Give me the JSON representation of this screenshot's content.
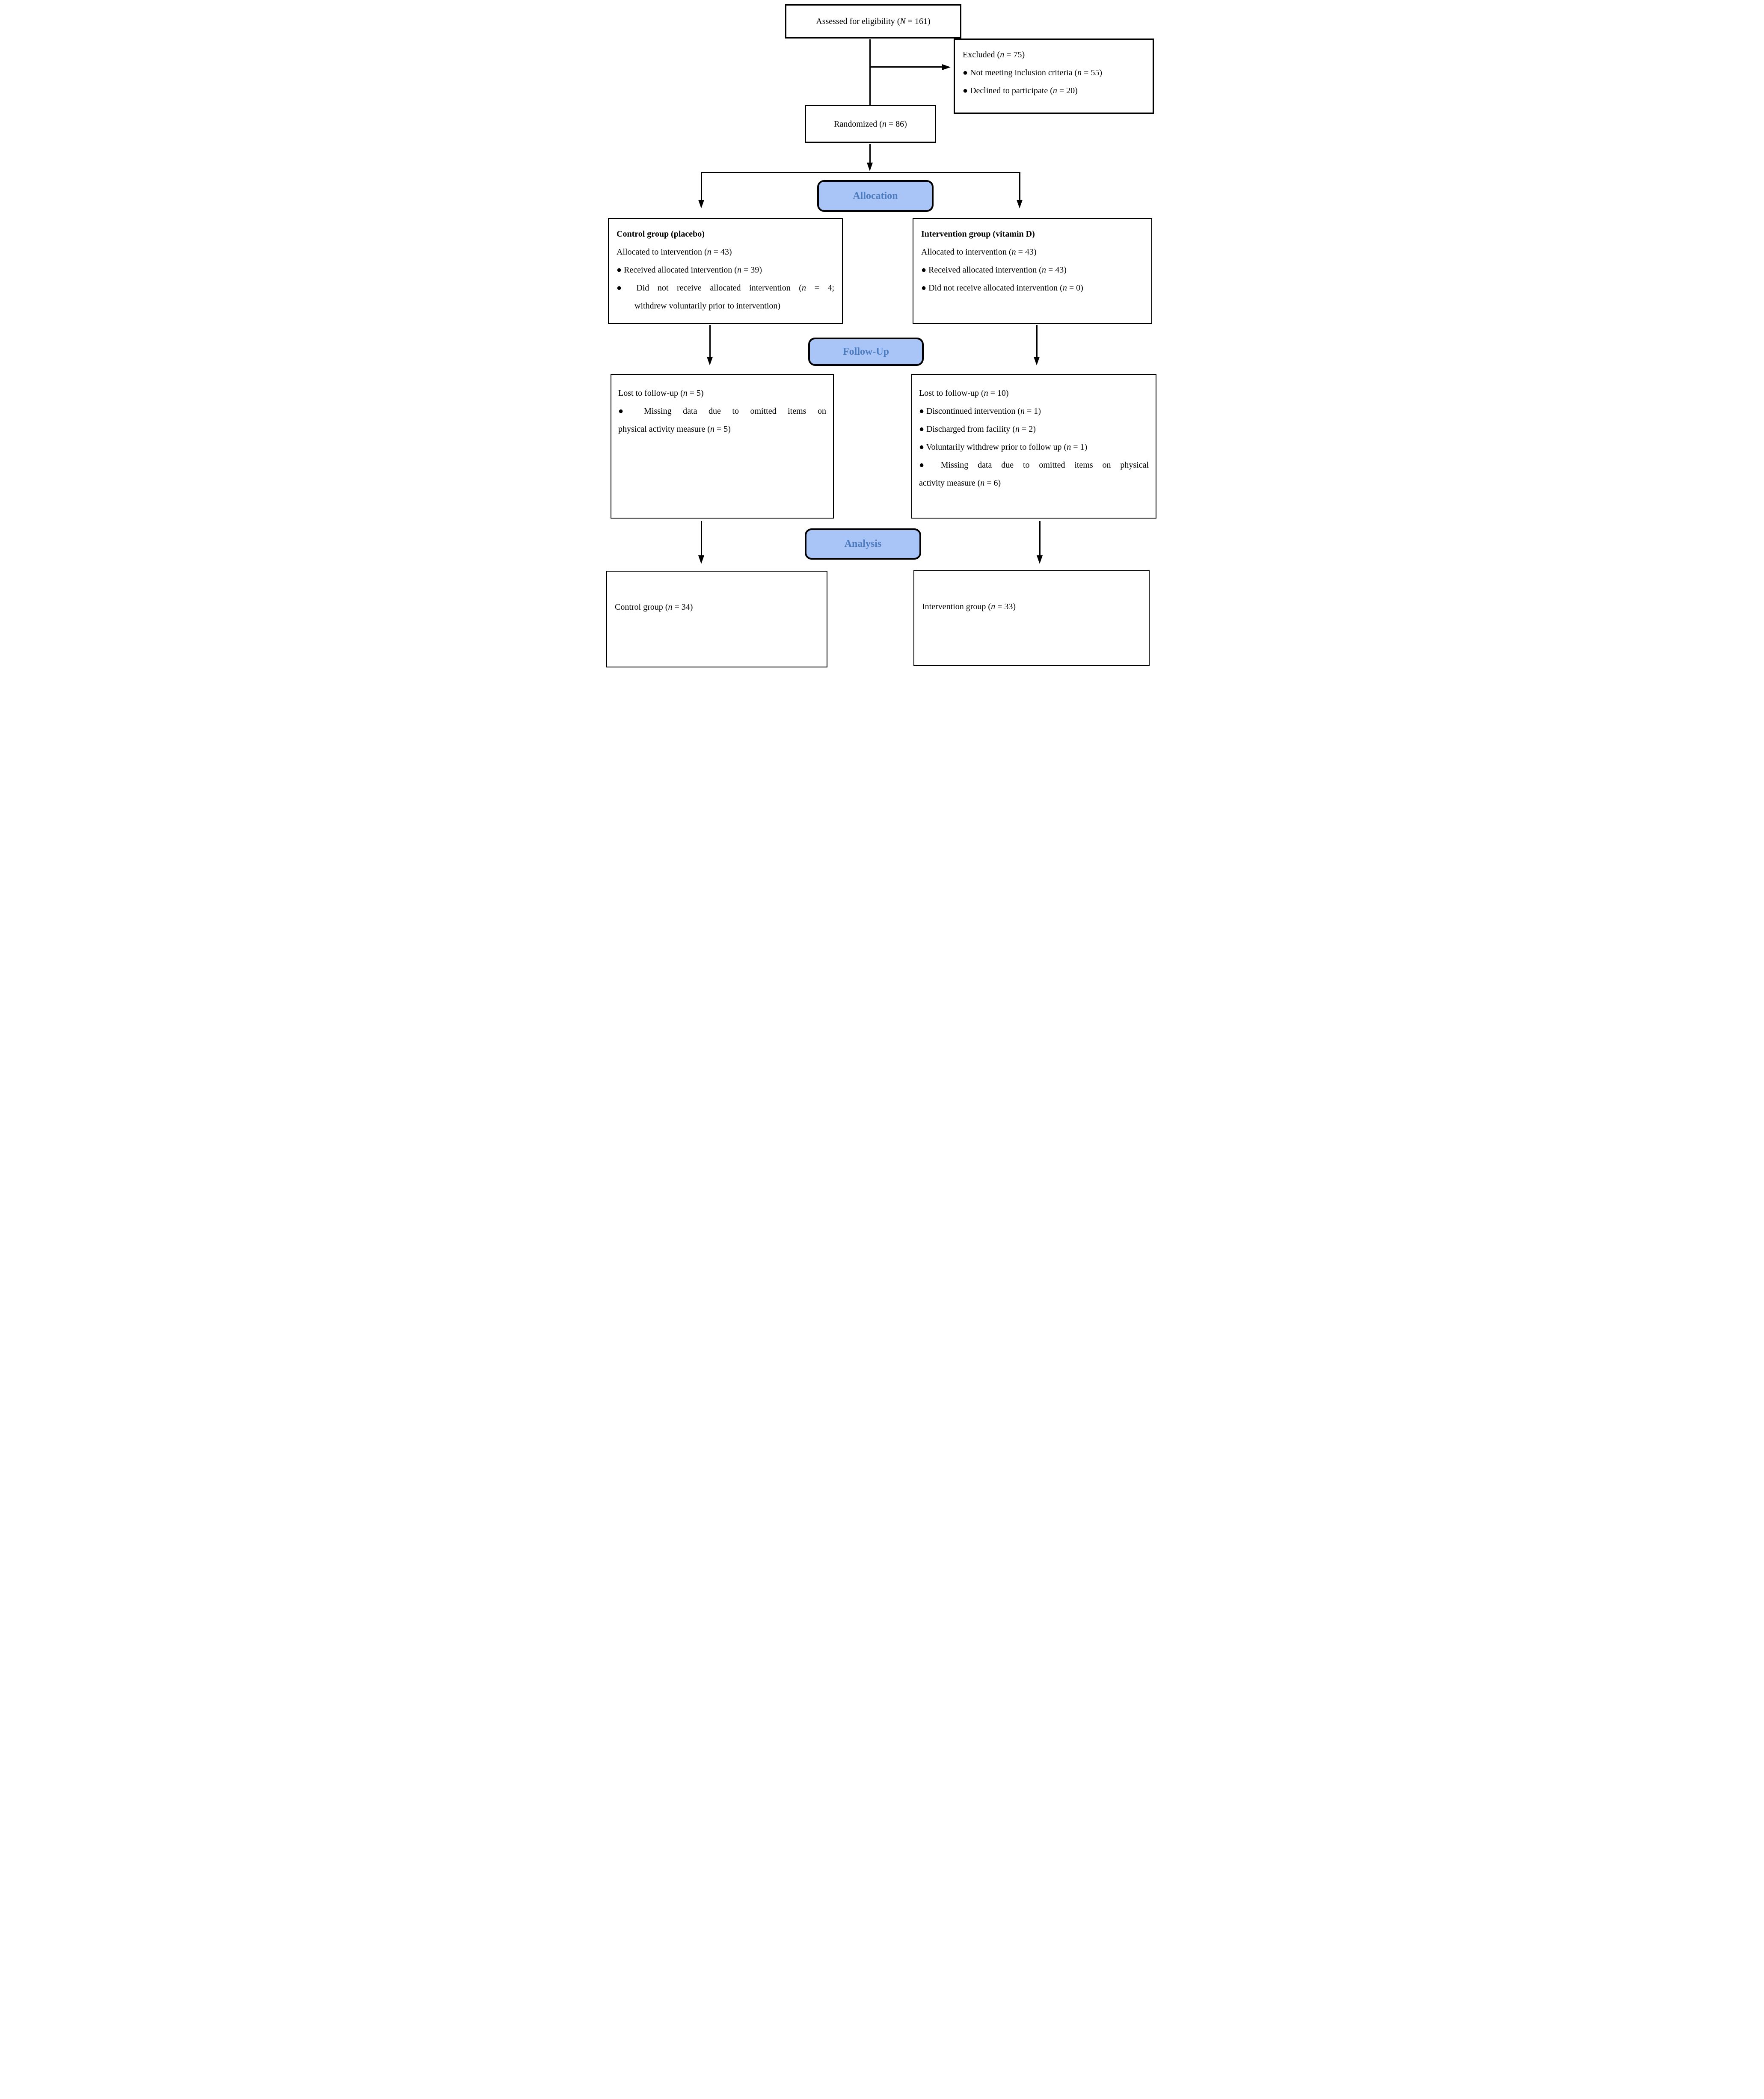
{
  "colors": {
    "stage_fill": "#a9c4f7",
    "stage_text": "#4d7cbe",
    "line": "#000000"
  },
  "stages": {
    "allocation": "Allocation",
    "followup": "Follow-Up",
    "analysis": "Analysis"
  },
  "boxes": {
    "assessed": {
      "lines": [
        {
          "t": "Assessed for eligibility (N = 161)"
        }
      ]
    },
    "excluded": {
      "lines": [
        {
          "t": "Excluded (n = 75)"
        },
        {
          "t": "● Not meeting inclusion criteria (n = 55)"
        },
        {
          "t": "● Declined to participate (n = 20)"
        }
      ]
    },
    "randomized": {
      "lines": [
        {
          "t": "Randomized (n = 86)"
        }
      ]
    },
    "control_allocation": {
      "lines": [
        {
          "t": "Control group (placebo)",
          "b": 1
        },
        {
          "t": "Allocated to intervention (n = 43)"
        },
        {
          "t": "● Received allocated intervention (n = 39)"
        },
        {
          "t": "● Did not receive allocated intervention (n = 4;",
          "j": 1
        },
        {
          "t": "withdrew voluntarily prior to intervention)",
          "ind": 1
        }
      ]
    },
    "intervention_allocation": {
      "lines": [
        {
          "t": "Intervention group (vitamin D)",
          "b": 1
        },
        {
          "t": "Allocated to intervention (n = 43)"
        },
        {
          "t": "● Received allocated intervention (n = 43)"
        },
        {
          "t": "● Did not receive allocated intervention (n = 0)"
        }
      ]
    },
    "control_followup": {
      "lines": [
        {
          "t": "Lost to follow-up (n = 5)"
        },
        {
          "t": "● Missing data due to omitted items on",
          "j": 1
        },
        {
          "t": "physical activity measure (n = 5)"
        }
      ]
    },
    "intervention_followup": {
      "lines": [
        {
          "t": "Lost to follow-up (n = 10)"
        },
        {
          "t": "● Discontinued intervention (n = 1)"
        },
        {
          "t": "● Discharged from facility (n = 2)"
        },
        {
          "t": "● Voluntarily withdrew prior to follow up (n = 1)"
        },
        {
          "t": "● Missing data due to omitted items on physical",
          "j": 1
        },
        {
          "t": "activity measure (n = 6)"
        }
      ]
    },
    "control_analysis": {
      "lines": [
        {
          "t": "Control group (n = 34)"
        }
      ]
    },
    "intervention_analysis": {
      "lines": [
        {
          "t": "Intervention group (n = 33)"
        }
      ]
    }
  }
}
